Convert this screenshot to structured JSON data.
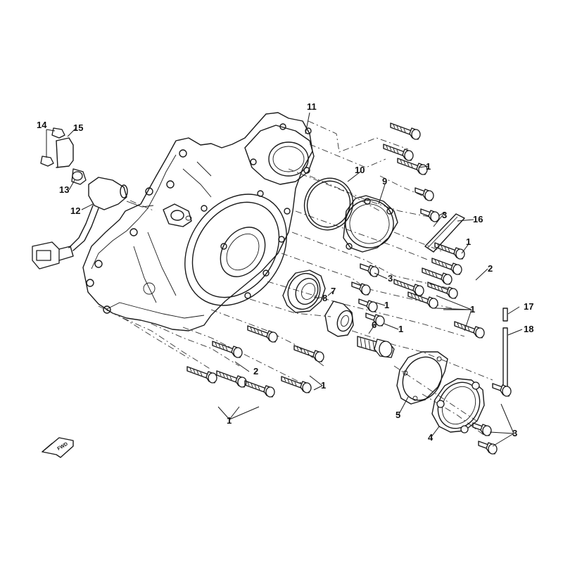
{
  "diagram": {
    "callouts": [
      {
        "id": "c1a",
        "text": "1"
      },
      {
        "id": "c1b",
        "text": "1"
      },
      {
        "id": "c1c",
        "text": "1"
      },
      {
        "id": "c1d",
        "text": "1"
      },
      {
        "id": "c1e",
        "text": "1"
      },
      {
        "id": "c1f",
        "text": "1"
      },
      {
        "id": "c1g",
        "text": "1"
      },
      {
        "id": "c1h",
        "text": "1"
      },
      {
        "id": "c2a",
        "text": "2"
      },
      {
        "id": "c2b",
        "text": "2"
      },
      {
        "id": "c3a",
        "text": "3"
      },
      {
        "id": "c3b",
        "text": "3"
      },
      {
        "id": "c3c",
        "text": "3"
      },
      {
        "id": "c4",
        "text": "4"
      },
      {
        "id": "c5",
        "text": "5"
      },
      {
        "id": "c6",
        "text": "6"
      },
      {
        "id": "c7",
        "text": "7"
      },
      {
        "id": "c8",
        "text": "8"
      },
      {
        "id": "c9",
        "text": "9"
      },
      {
        "id": "c10",
        "text": "10"
      },
      {
        "id": "c11",
        "text": "11"
      },
      {
        "id": "c12",
        "text": "12"
      },
      {
        "id": "c13",
        "text": "13"
      },
      {
        "id": "c14",
        "text": "14"
      },
      {
        "id": "c15",
        "text": "15"
      },
      {
        "id": "c16",
        "text": "16"
      },
      {
        "id": "c17",
        "text": "17"
      },
      {
        "id": "c18",
        "text": "18"
      }
    ],
    "direction_label": "FWD"
  }
}
